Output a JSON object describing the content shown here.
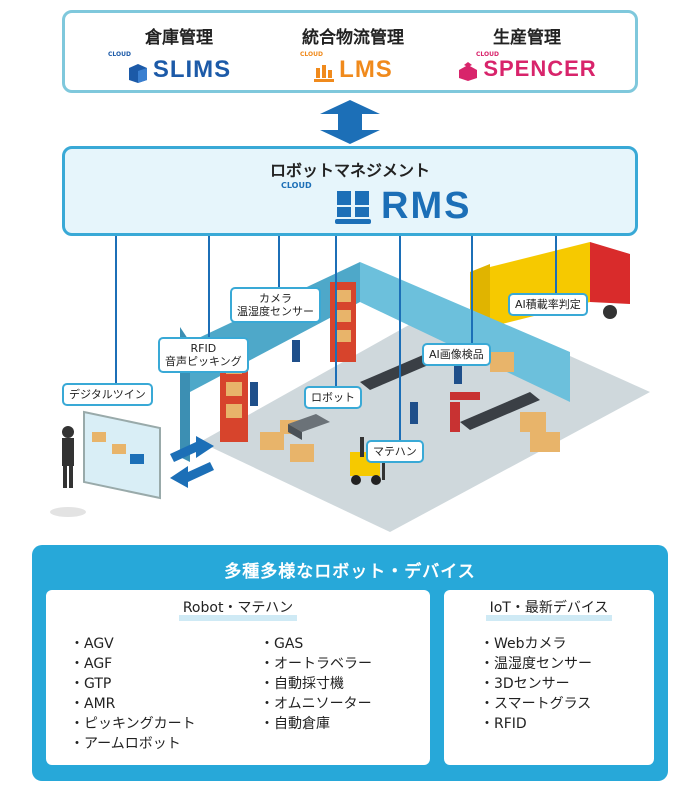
{
  "products": [
    {
      "title": "倉庫管理",
      "cloud": "CLOUD",
      "logo": "SLIMS",
      "color": "#1c5aa8"
    },
    {
      "title": "統合物流管理",
      "cloud": "CLOUD",
      "logo": "LMS",
      "color": "#f08a1c"
    },
    {
      "title": "生産管理",
      "cloud": "CLOUD",
      "logo": "SPENCER",
      "color": "#d8246b"
    }
  ],
  "rms": {
    "title": "ロボットマネジメント",
    "cloud": "CLOUD",
    "logo": "RMS",
    "color": "#1c6fb7"
  },
  "labels": {
    "digital_twin": "デジタルツイン",
    "rfid_line1": "RFID",
    "rfid_line2": "音声ピッキング",
    "camera_line1": "カメラ",
    "camera_line2": "温湿度センサー",
    "robot": "ロボット",
    "material_handling": "マテハン",
    "ai_inspection": "AI画像検品",
    "ai_loading": "AI積載率判定"
  },
  "bottom": {
    "title": "多種多様なロボット・デバイス",
    "robot_panel": {
      "title": "Robot・マテハン",
      "col1": [
        "AGV",
        "AGF",
        "GTP",
        "AMR",
        "ピッキングカート",
        "アームロボット"
      ],
      "col2": [
        "GAS",
        "オートラベラー",
        "自動採寸機",
        "オムニソーター",
        "自動倉庫"
      ]
    },
    "iot_panel": {
      "title": "IoT・最新デバイス",
      "items": [
        "Webカメラ",
        "温湿度センサー",
        "3Dセンサー",
        "スマートグラス",
        "RFID"
      ]
    }
  },
  "colors": {
    "accent": "#27a8d9",
    "line": "#1c6fb7",
    "light": "#e6f5fb"
  }
}
